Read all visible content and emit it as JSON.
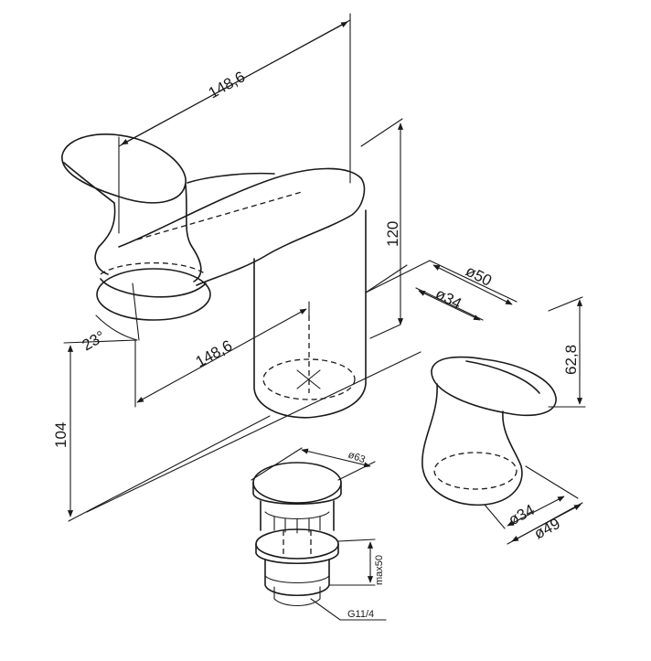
{
  "dimensions": {
    "top_length": "148,6",
    "height_spout": "120",
    "base_outer_dia": "ø50",
    "base_inner_dia": "ø34",
    "angle": "23°",
    "mid_length": "148,6",
    "total_height": "104",
    "handle_height": "62,8",
    "handle_inner_dia": "ø34",
    "handle_outer_dia": "ø49",
    "drain_dia": "ø63",
    "drain_max": "max50",
    "drain_thread": "G11/4"
  }
}
